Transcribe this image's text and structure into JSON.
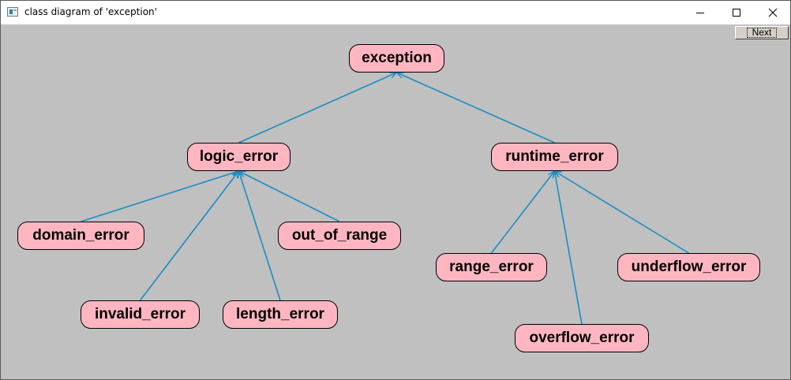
{
  "window": {
    "title": "class diagram of 'exception'"
  },
  "toolbar": {
    "next_label": "Next"
  },
  "colors": {
    "node_fill": "#ffb6c1",
    "edge": "#1a8cc4",
    "background": "#c0c0c0"
  },
  "diagram": {
    "nodes": {
      "exception": "exception",
      "logic_error": "logic_error",
      "runtime_error": "runtime_error",
      "domain_error": "domain_error",
      "out_of_range": "out_of_range",
      "invalid_error": "invalid_error",
      "length_error": "length_error",
      "range_error": "range_error",
      "underflow_error": "underflow_error",
      "overflow_error": "overflow_error"
    },
    "edges": [
      {
        "from": "logic_error",
        "to": "exception"
      },
      {
        "from": "runtime_error",
        "to": "exception"
      },
      {
        "from": "domain_error",
        "to": "logic_error"
      },
      {
        "from": "invalid_error",
        "to": "logic_error"
      },
      {
        "from": "length_error",
        "to": "logic_error"
      },
      {
        "from": "out_of_range",
        "to": "logic_error"
      },
      {
        "from": "range_error",
        "to": "runtime_error"
      },
      {
        "from": "overflow_error",
        "to": "runtime_error"
      },
      {
        "from": "underflow_error",
        "to": "runtime_error"
      }
    ]
  }
}
